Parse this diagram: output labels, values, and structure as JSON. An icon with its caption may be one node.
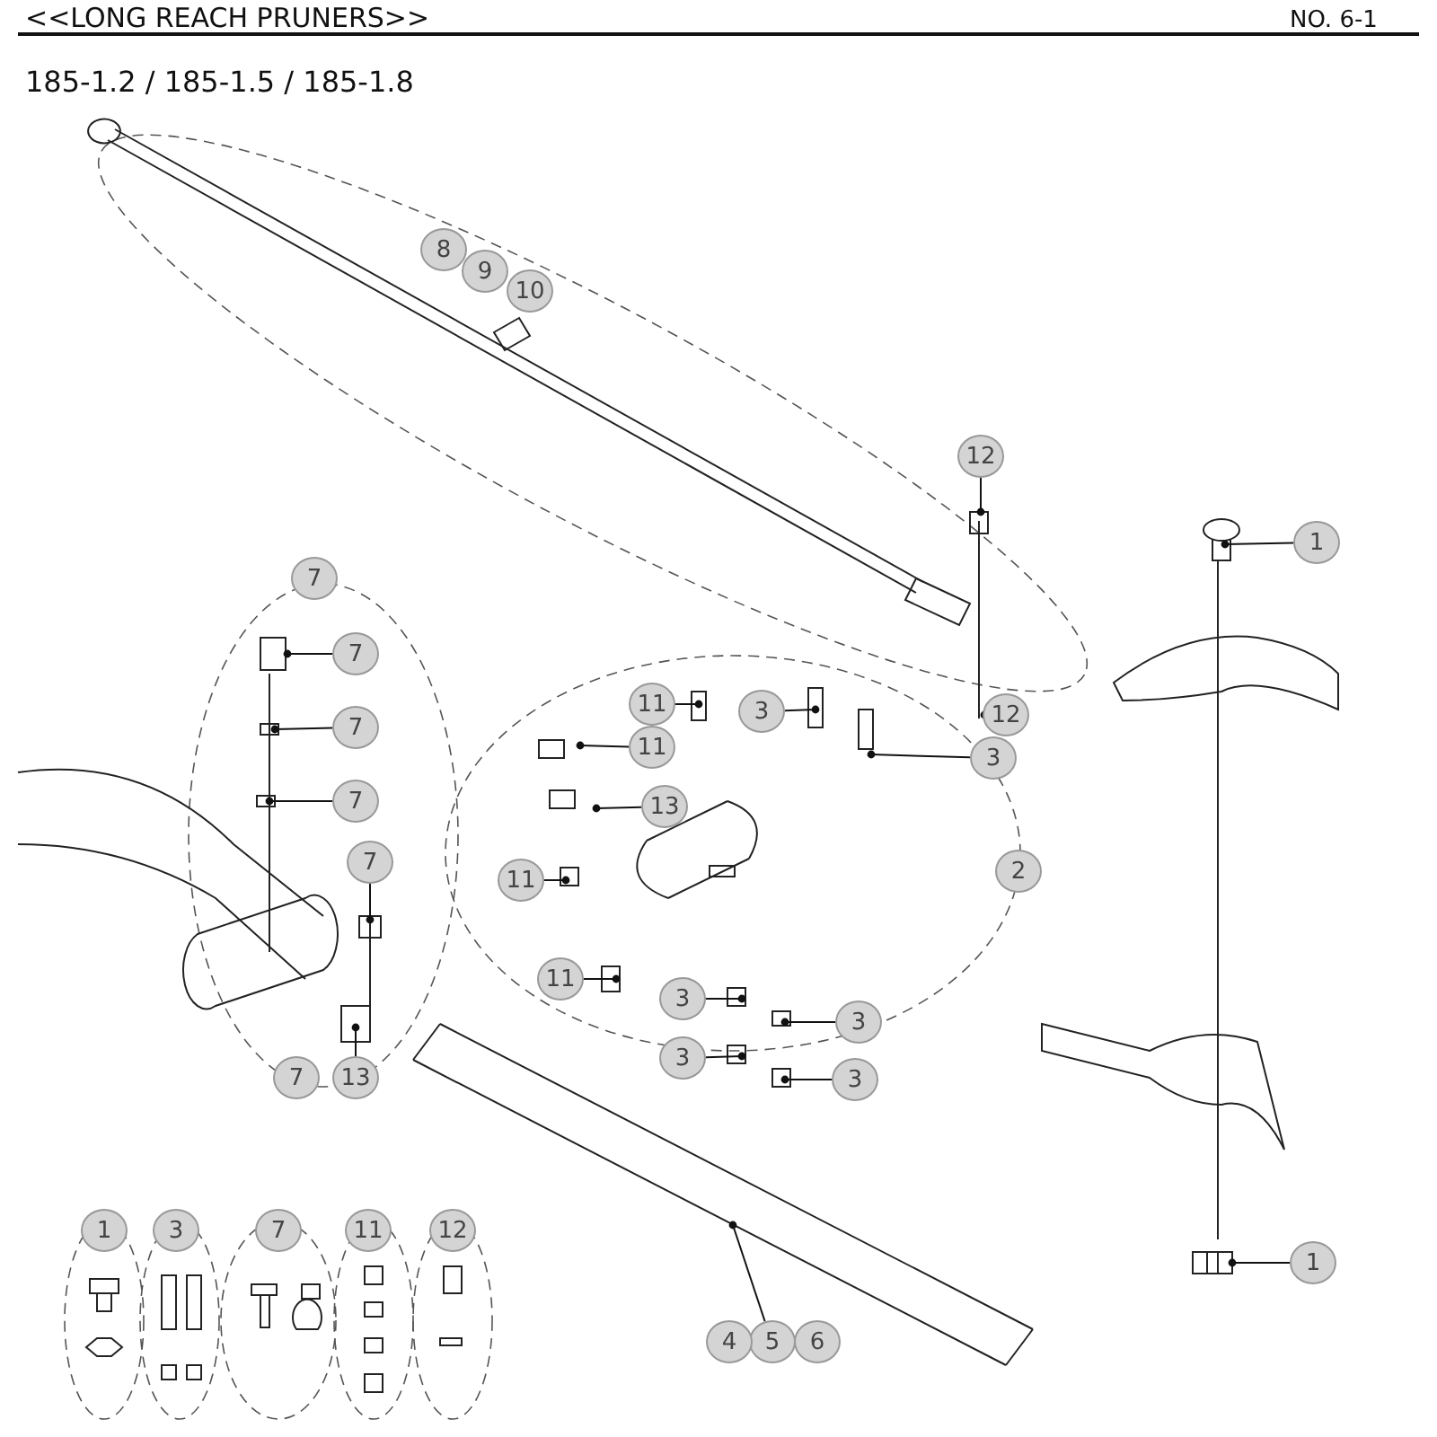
{
  "diagram": {
    "title": "<<LONG REACH PRUNERS>>",
    "nodes": [
      {
        "text": [
          "1"
        ]
      },
      {
        "text": [
          "12"
        ]
      },
      {
        "text": [
          "12"
        ]
      },
      {
        "text": [
          "3"
        ]
      },
      {
        "text": [
          "3"
        ]
      },
      {
        "text": [
          "11"
        ]
      },
      {
        "text": [
          "11"
        ]
      },
      {
        "text": [
          "13"
        ]
      },
      {
        "text": [
          "11"
        ]
      },
      {
        "text": [
          "11"
        ]
      },
      {
        "text": [
          "3"
        ]
      },
      {
        "text": [
          "3"
        ]
      },
      {
        "text": [
          "3"
        ]
      },
      {
        "text": [
          "3"
        ]
      },
      {
        "text": [
          "7"
        ]
      },
      {
        "text": [
          "7"
        ]
      },
      {
        "text": [
          "7"
        ]
      },
      {
        "text": [
          "7"
        ]
      },
      {
        "text": [
          "13"
        ]
      },
      {
        "text": [
          "1"
        ]
      },
      {
        "text": [
          "5"
        ]
      },
      {
        "text": [
          "8"
        ]
      },
      {
        "text": [
          "9"
        ]
      },
      {
        "text": [
          "10"
        ]
      },
      {
        "text": [
          "7"
        ]
      },
      {
        "text": [
          "2"
        ]
      },
      {
        "text": [
          "7"
        ]
      },
      {
        "text": [
          "4"
        ]
      },
      {
        "text": [
          "6"
        ]
      },
      {
        "text": [
          "1"
        ]
      },
      {
        "text": [
          "3"
        ]
      },
      {
        "text": [
          "7"
        ]
      },
      {
        "text": [
          "11"
        ]
      },
      {
        "text": [
          "12"
        ]
      }
    ],
    "edges": [
      {
        "from": 0,
        "to": null,
        "arrow": "other"
      },
      {
        "from": 1,
        "to": null,
        "arrow": "other"
      },
      {
        "from": 2,
        "to": null,
        "arrow": "other"
      },
      {
        "from": 3,
        "to": null,
        "arrow": "other"
      },
      {
        "from": 4,
        "to": null,
        "arrow": "other"
      },
      {
        "from": 5,
        "to": null,
        "arrow": "other"
      },
      {
        "from": 6,
        "to": null,
        "arrow": "other"
      },
      {
        "from": 7,
        "to": null,
        "arrow": "other"
      },
      {
        "from": 8,
        "to": null,
        "arrow": "other"
      },
      {
        "from": 9,
        "to": null,
        "arrow": "other"
      },
      {
        "from": 10,
        "to": null,
        "arrow": "other"
      },
      {
        "from": 11,
        "to": null,
        "arrow": "other"
      },
      {
        "from": 12,
        "to": null,
        "arrow": "other"
      },
      {
        "from": 13,
        "to": null,
        "arrow": "other"
      },
      {
        "from": 14,
        "to": null,
        "arrow": "other"
      },
      {
        "from": 15,
        "to": null,
        "arrow": "other"
      },
      {
        "from": 16,
        "to": null,
        "arrow": "other"
      },
      {
        "from": 17,
        "to": null,
        "arrow": "other"
      },
      {
        "from": 18,
        "to": null,
        "arrow": "other"
      },
      {
        "from": 19,
        "to": null,
        "arrow": "other"
      },
      {
        "from": 20,
        "to": null,
        "arrow": "other"
      }
    ],
    "labels": [
      "NO. 6-1",
      "185-1.2 / 185-1.5 / 185-1.8"
    ]
  }
}
